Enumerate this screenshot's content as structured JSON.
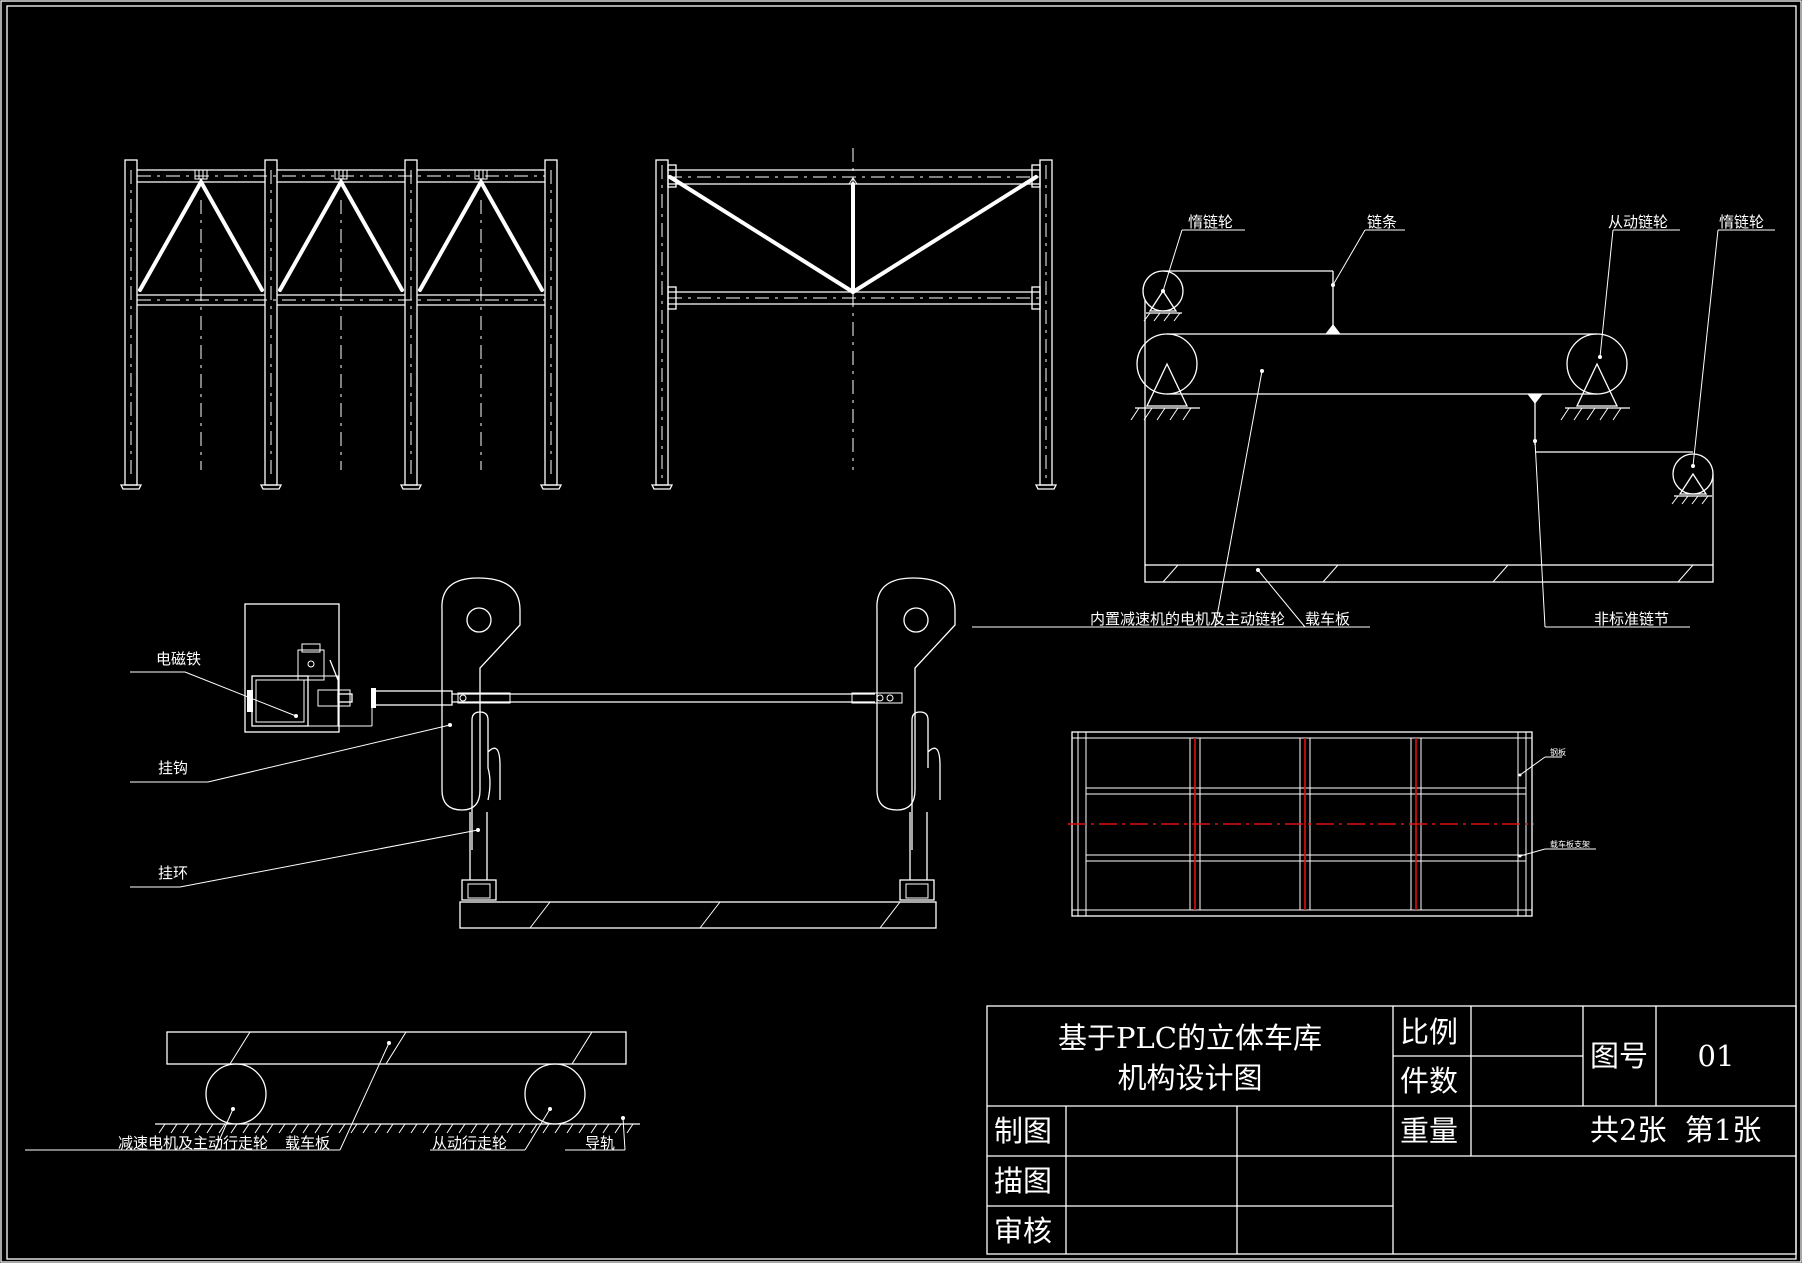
{
  "labels": {
    "idler_sprocket_left": "惰链轮",
    "chain": "链条",
    "driven_sprocket": "从动链轮",
    "idler_sprocket_right": "惰链轮",
    "motor_drive_sprocket": "内置减速机的电机及主动链轮",
    "car_board_1": "载车板",
    "nonstandard_link": "非标准链节",
    "electromagnet": "电磁铁",
    "hook": "挂钩",
    "ring": "挂环",
    "steel_plate": "钢板",
    "board_support": "载车板支架",
    "motor_drive_wheel": "减速电机及主动行走轮",
    "car_board_2": "载车板",
    "driven_wheel": "从动行走轮",
    "rail": "导轨"
  },
  "title_block": {
    "title_line1": "基于PLC的立体车库",
    "title_line2": "机构设计图",
    "scale_label": "比例",
    "count_label": "件数",
    "weight_label": "重量",
    "drawing_no_label": "图号",
    "drawing_no_value": "01",
    "sheets": "共2张  第1张",
    "drawn_by": "制图",
    "traced_by": "描图",
    "checked_by": "审核"
  }
}
